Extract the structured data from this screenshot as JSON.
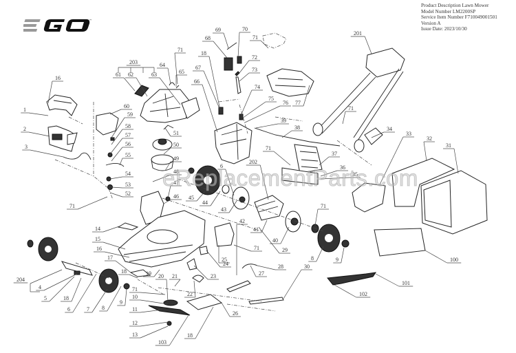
{
  "header": {
    "product_description": "Product Description Lawn Mower",
    "model_number": "Model Number LM2200SP",
    "service_item_number": "Service Item Number F710049001501",
    "version": "Version A",
    "issue_date": "Issue Date: 2023/10/30"
  },
  "brand": {
    "logo": "EGO",
    "logo_icon": "ego-logo"
  },
  "watermark": "eReplacementParts.com",
  "callouts": [
    {
      "id": "c1",
      "label": "1"
    },
    {
      "id": "c2",
      "label": "2"
    },
    {
      "id": "c3",
      "label": "3"
    },
    {
      "id": "c16a",
      "label": "16"
    },
    {
      "id": "c61",
      "label": "61"
    },
    {
      "id": "c62",
      "label": "62"
    },
    {
      "id": "c63",
      "label": "63"
    },
    {
      "id": "c203",
      "label": "203"
    },
    {
      "id": "c64",
      "label": "64"
    },
    {
      "id": "c65",
      "label": "65"
    },
    {
      "id": "c71a",
      "label": "71"
    },
    {
      "id": "c60",
      "label": "60"
    },
    {
      "id": "c59",
      "label": "59"
    },
    {
      "id": "c58",
      "label": "58"
    },
    {
      "id": "c57",
      "label": "57"
    },
    {
      "id": "c56",
      "label": "56"
    },
    {
      "id": "c55",
      "label": "55"
    },
    {
      "id": "c54",
      "label": "54"
    },
    {
      "id": "c53",
      "label": "53"
    },
    {
      "id": "c52",
      "label": "52"
    },
    {
      "id": "c71b",
      "label": "71"
    },
    {
      "id": "c51",
      "label": "51"
    },
    {
      "id": "c50",
      "label": "50"
    },
    {
      "id": "c49",
      "label": "49"
    },
    {
      "id": "c48",
      "label": "48"
    },
    {
      "id": "c47",
      "label": "47"
    },
    {
      "id": "c46",
      "label": "46"
    },
    {
      "id": "c45",
      "label": "45"
    },
    {
      "id": "c44",
      "label": "44"
    },
    {
      "id": "c43",
      "label": "43"
    },
    {
      "id": "c6a",
      "label": "6"
    },
    {
      "id": "c202",
      "label": "202"
    },
    {
      "id": "c69",
      "label": "69"
    },
    {
      "id": "c70",
      "label": "70"
    },
    {
      "id": "c68",
      "label": "68"
    },
    {
      "id": "c71c",
      "label": "71"
    },
    {
      "id": "c18a",
      "label": "18"
    },
    {
      "id": "c72",
      "label": "72"
    },
    {
      "id": "c73",
      "label": "73"
    },
    {
      "id": "c67",
      "label": "67"
    },
    {
      "id": "c66",
      "label": "66"
    },
    {
      "id": "c74",
      "label": "74"
    },
    {
      "id": "c75",
      "label": "75"
    },
    {
      "id": "c76",
      "label": "76"
    },
    {
      "id": "c77",
      "label": "77"
    },
    {
      "id": "c39",
      "label": "39"
    },
    {
      "id": "c38",
      "label": "38"
    },
    {
      "id": "c201",
      "label": "201"
    },
    {
      "id": "c71d",
      "label": "71"
    },
    {
      "id": "c34",
      "label": "34"
    },
    {
      "id": "c33",
      "label": "33"
    },
    {
      "id": "c32",
      "label": "32"
    },
    {
      "id": "c31",
      "label": "31"
    },
    {
      "id": "c71e",
      "label": "71"
    },
    {
      "id": "c37",
      "label": "37"
    },
    {
      "id": "c36",
      "label": "36"
    },
    {
      "id": "c35",
      "label": "35"
    },
    {
      "id": "c71f",
      "label": "71"
    },
    {
      "id": "c41",
      "label": "41"
    },
    {
      "id": "c40",
      "label": "40"
    },
    {
      "id": "c42",
      "label": "42"
    },
    {
      "id": "c29",
      "label": "29"
    },
    {
      "id": "c71g",
      "label": "71"
    },
    {
      "id": "c25",
      "label": "25"
    },
    {
      "id": "c24",
      "label": "24"
    },
    {
      "id": "c28",
      "label": "28"
    },
    {
      "id": "c27",
      "label": "27"
    },
    {
      "id": "c23",
      "label": "23"
    },
    {
      "id": "c30",
      "label": "30"
    },
    {
      "id": "c8b",
      "label": "8"
    },
    {
      "id": "c9b",
      "label": "9"
    },
    {
      "id": "c100",
      "label": "100"
    },
    {
      "id": "c101",
      "label": "101"
    },
    {
      "id": "c102",
      "label": "102"
    },
    {
      "id": "c14",
      "label": "14"
    },
    {
      "id": "c15",
      "label": "15"
    },
    {
      "id": "c16b",
      "label": "16"
    },
    {
      "id": "c17",
      "label": "17"
    },
    {
      "id": "c18b",
      "label": "18"
    },
    {
      "id": "c19",
      "label": "19"
    },
    {
      "id": "c20",
      "label": "20"
    },
    {
      "id": "c21",
      "label": "21"
    },
    {
      "id": "c22",
      "label": "22"
    },
    {
      "id": "c71h",
      "label": "71"
    },
    {
      "id": "c10",
      "label": "10"
    },
    {
      "id": "c11",
      "label": "11"
    },
    {
      "id": "c12",
      "label": "12"
    },
    {
      "id": "c13",
      "label": "13"
    },
    {
      "id": "c103",
      "label": "103"
    },
    {
      "id": "c26",
      "label": "26"
    },
    {
      "id": "c18c",
      "label": "18"
    },
    {
      "id": "c204",
      "label": "204"
    },
    {
      "id": "c4",
      "label": "4"
    },
    {
      "id": "c5",
      "label": "5"
    },
    {
      "id": "c18d",
      "label": "18"
    },
    {
      "id": "c6b",
      "label": "6"
    },
    {
      "id": "c7",
      "label": "7"
    },
    {
      "id": "c8a",
      "label": "8"
    },
    {
      "id": "c9a",
      "label": "9"
    }
  ]
}
